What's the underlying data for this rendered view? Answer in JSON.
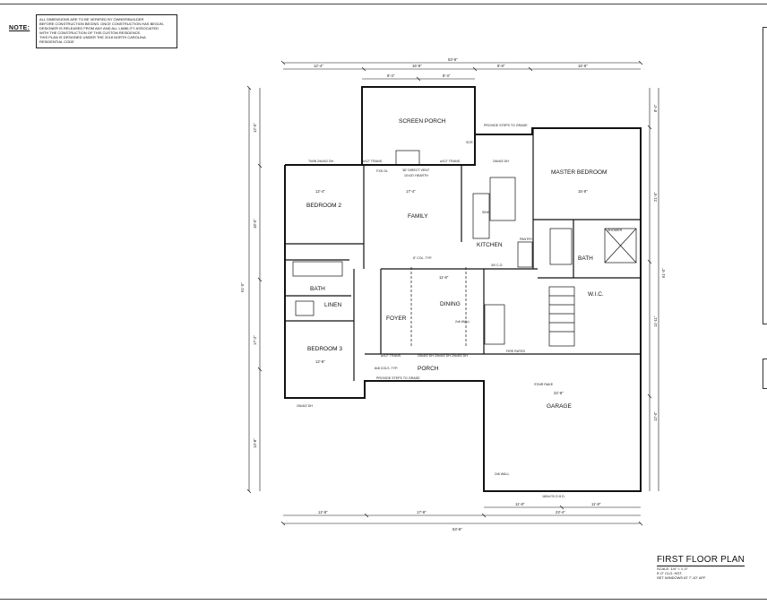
{
  "note": {
    "label": "NOTE:",
    "lines": [
      "ALL DIMENSIONS ARE TO BE VERIFIED BY OWNER/BUILDER",
      "BEFORE CONSTRUCTION BEGINS. ONCE CONSTRUCTION HAS BEGUN,",
      "DESIGNER IS RELEASED FROM ANY AND ALL LIABILITY ASSOCIATED",
      "WITH THE CONSTRUCTION OF THIS CUSTOM RESIDENCE.",
      "THIS PLAN IS DESIGNED UNDER THE 2018 NORTH CAROLINA",
      "RESIDENTIAL CODE"
    ]
  },
  "rooms": {
    "screen_porch": "SCREEN PORCH",
    "bedroom2": "BEDROOM 2",
    "family": "FAMILY",
    "kitchen": "KITCHEN",
    "master_bedroom": "MASTER BEDROOM",
    "bath_left": "BATH",
    "bath_master": "BATH",
    "wic": "W.I.C.",
    "linen": "LINEN",
    "foyer": "FOYER",
    "dining": "DINING",
    "bedroom3": "BEDROOM 3",
    "porch": "PORCH",
    "garage": "GARAGE",
    "shower": "SHOWER"
  },
  "dimensions": {
    "overall_top": "53'-8\"",
    "overall_bottom": "53'-8\"",
    "top_segments": [
      "12'-4\"",
      "16'-8\"",
      "8'-8\"",
      "16'-8\""
    ],
    "porch_segments": [
      "8'-4\"",
      "8'-4\""
    ],
    "bottom_segments": [
      "12'-8\"",
      "17'-8\"",
      "23'-4\""
    ],
    "garage_bottom": [
      "11'-8\"",
      "11'-8\""
    ],
    "left_overall": "61'-0\"",
    "right_overall": "61'-0\"",
    "left_segments": [
      "12'-0\"",
      "18'-0\"",
      "17'-2\"",
      "13'-8\""
    ],
    "right_segments": [
      "8'-4\"",
      "21'-0\"",
      "11'-11\"",
      "12'-0\""
    ],
    "family_width": "17'-4\"",
    "bedroom2_width": "12'-4\"",
    "master_width": "15'-8\"",
    "garage_width": "22'-8\"",
    "dining_width": "11'-8\"",
    "bedroom3_width": "12'-8\""
  },
  "annotations": {
    "vent": "36\" DIRECT VENT",
    "hearth": "10'x20' HEARTH",
    "fixed_gl": "FXD GL",
    "twin_dh_left": "TWIN 2/6x5/2 DH",
    "twin_dh_right": "2/6x5/2 DH",
    "trans_left": "w/12\" TRANS.",
    "trans_right": "w/12\" TRANS.",
    "col_top": "8\" COL. TYP.",
    "col_porch": "8x8 COLS. TYP.",
    "steps_top": "PROVIDE STEPS TO GRADE",
    "steps_bottom": "PROVIDE STEPS TO GRADE",
    "wall": "2x6 WALL",
    "wall_garage": "2x6 WALL",
    "fire_rated": "FIRE RATED",
    "stair": "STAIR RAKE",
    "garage_door": "18/0x7/0 O.H.D.",
    "dh_window": "2/6x5/2 DH",
    "trans_bottom": "w/12\" TRANS.",
    "porch_windows": "2/6x5/2 DH  2/6x5/2 DH  2/6x5/2 DH",
    "scr": "SCR",
    "sink": "SINK",
    "pantry": "PANTRY",
    "coats": "3/0 C.O."
  },
  "title_block": {
    "title": "FIRST FLOOR PLAN",
    "scale": "SCALE: 1/4\" = 1'-0\"",
    "ceiling": "9'-0\" CLG. HGT.",
    "windows": "SET WINDOWS AT 7'-10\" AFF"
  }
}
